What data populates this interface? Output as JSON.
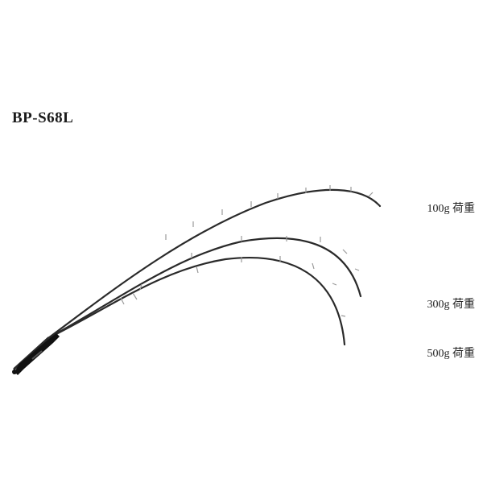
{
  "model": "BP-S68L",
  "loads": [
    {
      "label": "100g 荷重",
      "grams": 100
    },
    {
      "label": "300g 荷重",
      "grams": 300
    },
    {
      "label": "500g 荷重",
      "grams": 500
    }
  ],
  "colors": {
    "rod": "#2a2a2a",
    "grip": "#111111",
    "guide": "#9a9a9a",
    "text": "#1a1a1a"
  }
}
